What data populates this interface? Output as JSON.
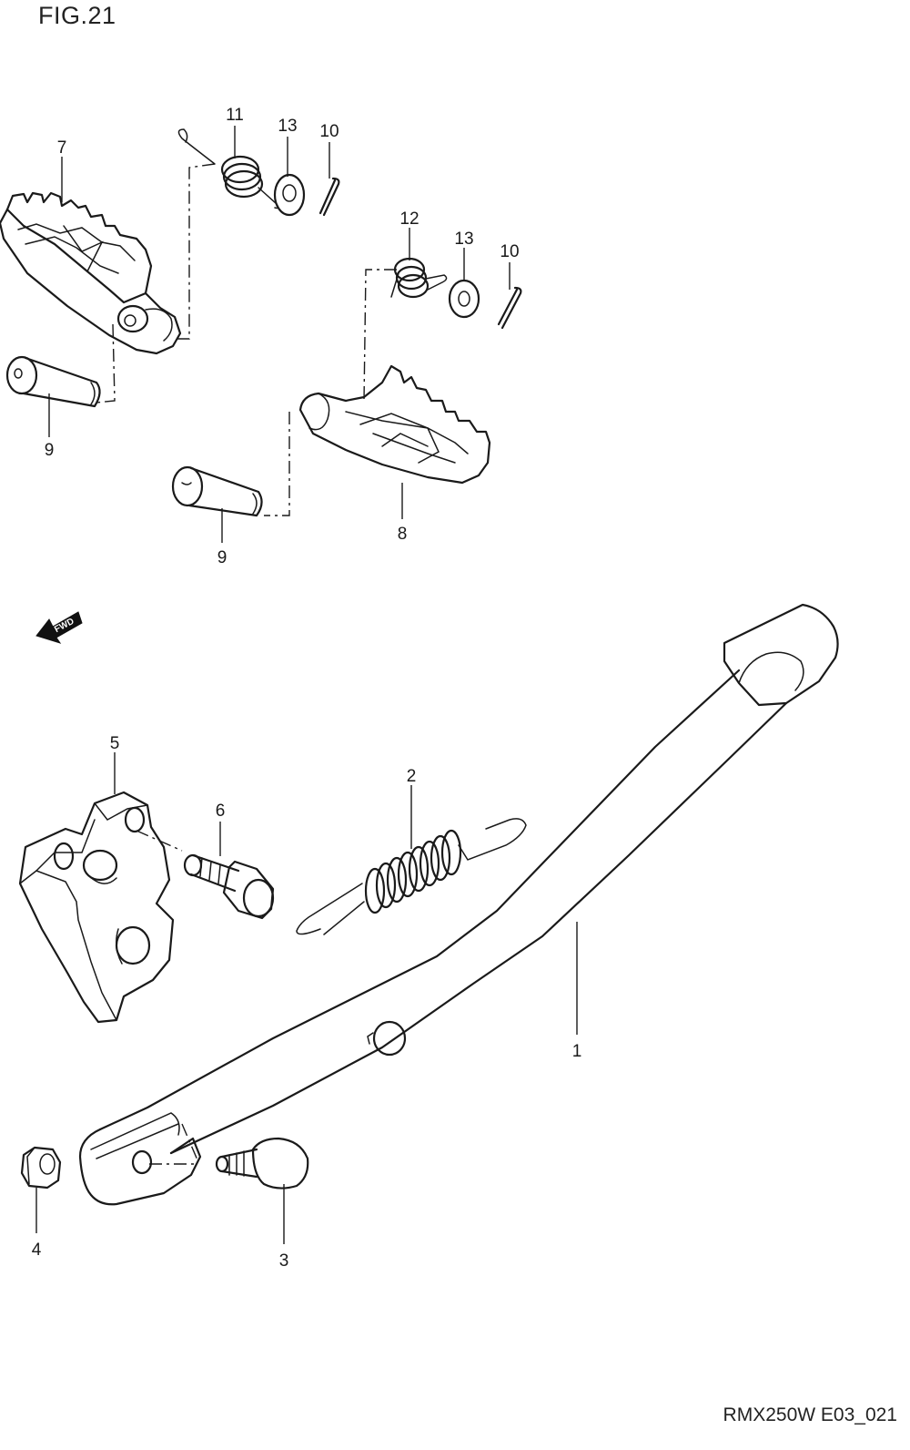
{
  "figure": {
    "title": "FIG.21",
    "code": "RMX250W E03_021"
  },
  "fwd_label": "FWD",
  "callouts": {
    "c1": "1",
    "c2": "2",
    "c3": "3",
    "c4": "4",
    "c5": "5",
    "c6": "6",
    "c7": "7",
    "c8": "8",
    "c9a": "9",
    "c9b": "9",
    "c10a": "10",
    "c10b": "10",
    "c11": "11",
    "c12": "12",
    "c13a": "13",
    "c13b": "13"
  },
  "parts": [
    {
      "no": "1",
      "icon": "side-stand-icon"
    },
    {
      "no": "2",
      "icon": "spring-icon"
    },
    {
      "no": "3",
      "icon": "bolt-icon"
    },
    {
      "no": "4",
      "icon": "nut-icon"
    },
    {
      "no": "5",
      "icon": "bracket-icon"
    },
    {
      "no": "6",
      "icon": "bolt-icon"
    },
    {
      "no": "7",
      "icon": "footrest-icon"
    },
    {
      "no": "8",
      "icon": "footrest-icon"
    },
    {
      "no": "9",
      "icon": "pin-icon"
    },
    {
      "no": "10",
      "icon": "cotter-pin-icon"
    },
    {
      "no": "11",
      "icon": "spring-icon"
    },
    {
      "no": "12",
      "icon": "spring-icon"
    },
    {
      "no": "13",
      "icon": "washer-icon"
    }
  ]
}
